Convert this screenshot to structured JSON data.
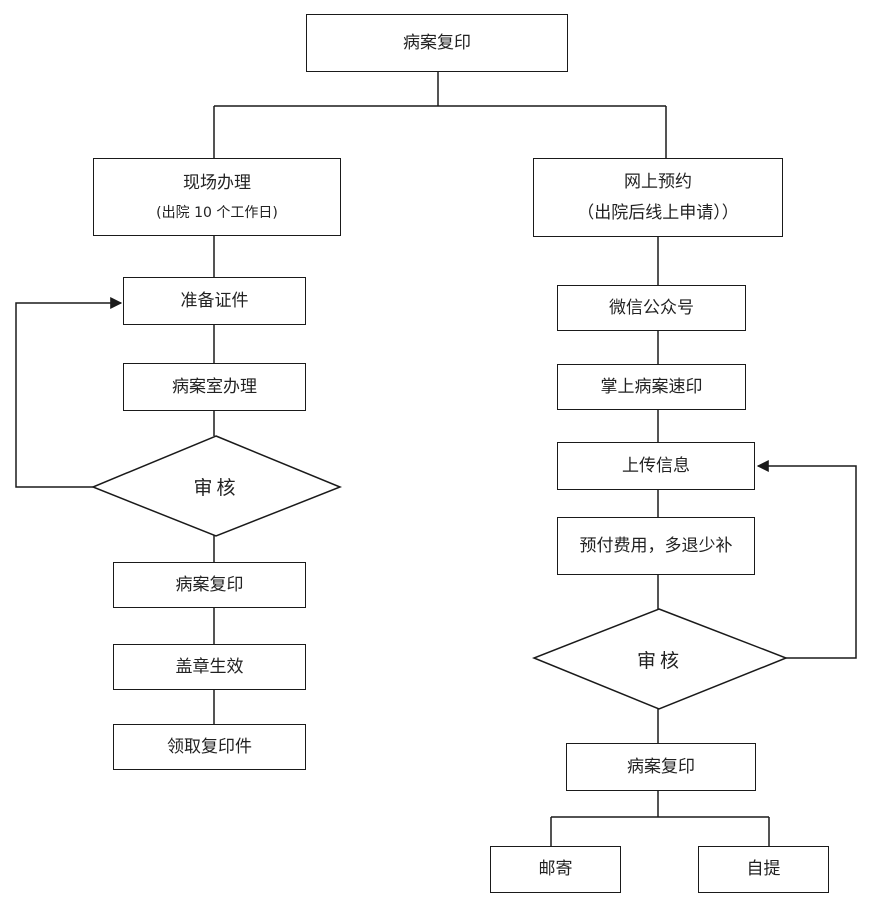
{
  "top": {
    "label": "病案复印"
  },
  "left": {
    "head": {
      "title": "现场办理",
      "sub": "(出院 10 个工作日)"
    },
    "step1": "准备证件",
    "step2": "病案室办理",
    "review": "审核",
    "step3": "病案复印",
    "step4": "盖章生效",
    "step5": "领取复印件"
  },
  "right": {
    "head": {
      "title": "网上预约",
      "sub": "（出院后线上申请））"
    },
    "step1": "微信公众号",
    "step2": "掌上病案速印",
    "step3": "上传信息",
    "step4": "预付费用，多退少补",
    "review": "审核",
    "step5": "病案复印",
    "branch_a": "邮寄",
    "branch_b": "自提"
  }
}
